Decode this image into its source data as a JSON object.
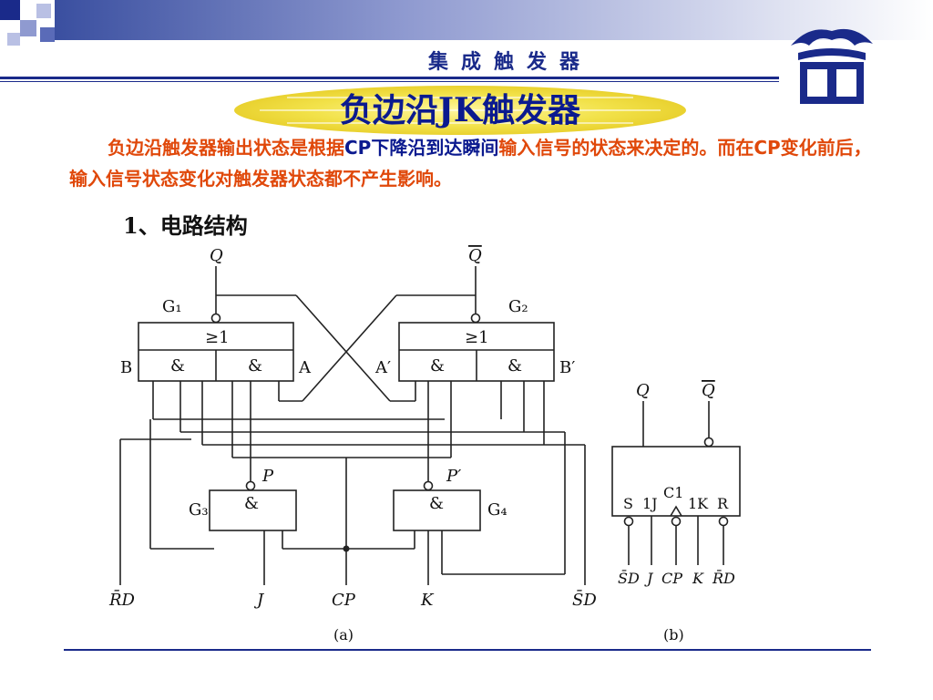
{
  "header": {
    "title": "集成触发器"
  },
  "slide": {
    "title": "负边沿JK触发器",
    "paragraph": {
      "p1": "负边沿触发器输出状态是根据",
      "p2": "CP下降沿到达瞬间",
      "p3": "输入信号的状态来决定的。而在CP变化前后，输入信号状态变化对触发器状态都不产生影响。"
    },
    "section": "1、电路结构"
  },
  "diagram": {
    "out_q": "Q",
    "out_qbar": "Q",
    "g1": "G₁",
    "g2": "G₂",
    "g3": "G₃",
    "g4": "G₄",
    "or1": "≥1",
    "or2": "≥1",
    "and": "&",
    "a": "A",
    "b": "B",
    "a_prime": "A′",
    "b_prime": "B′",
    "p": "P",
    "p_prime": "P′",
    "rd": "R̄D",
    "sd": "S̄D",
    "j": "J",
    "cp": "CP",
    "k": "K",
    "caption_a": "(a)",
    "caption_b": "(b)",
    "sym_s": "S",
    "sym_1j": "1J",
    "sym_c1": "C1",
    "sym_1k": "1K",
    "sym_r": "R"
  },
  "colors": {
    "accent": "#0b1a8f",
    "emphasis": "#e0480a"
  }
}
